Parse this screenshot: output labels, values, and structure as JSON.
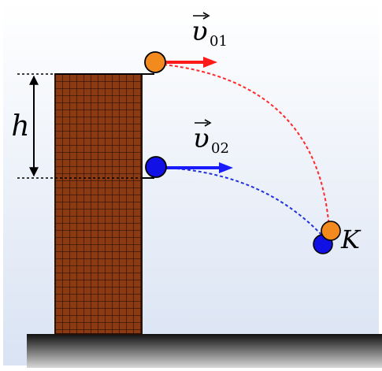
{
  "labels": {
    "height": "h",
    "velocity_1": "υ",
    "velocity_1_subscript": "01",
    "velocity_2": "υ",
    "velocity_2_subscript": "02",
    "meeting_point": "K"
  },
  "colors": {
    "background_top": "#ffffff",
    "background_bottom": "#d9e3f3",
    "brick": "#8b3a12",
    "mortar": "#2a1208",
    "ball_1": "#f28a1e",
    "ball_2": "#1111e6",
    "arrow_1": "#ff1a1a",
    "arrow_2": "#1a1aff",
    "ground_top": "#111111",
    "ground_bottom": "#d8d8d8"
  }
}
